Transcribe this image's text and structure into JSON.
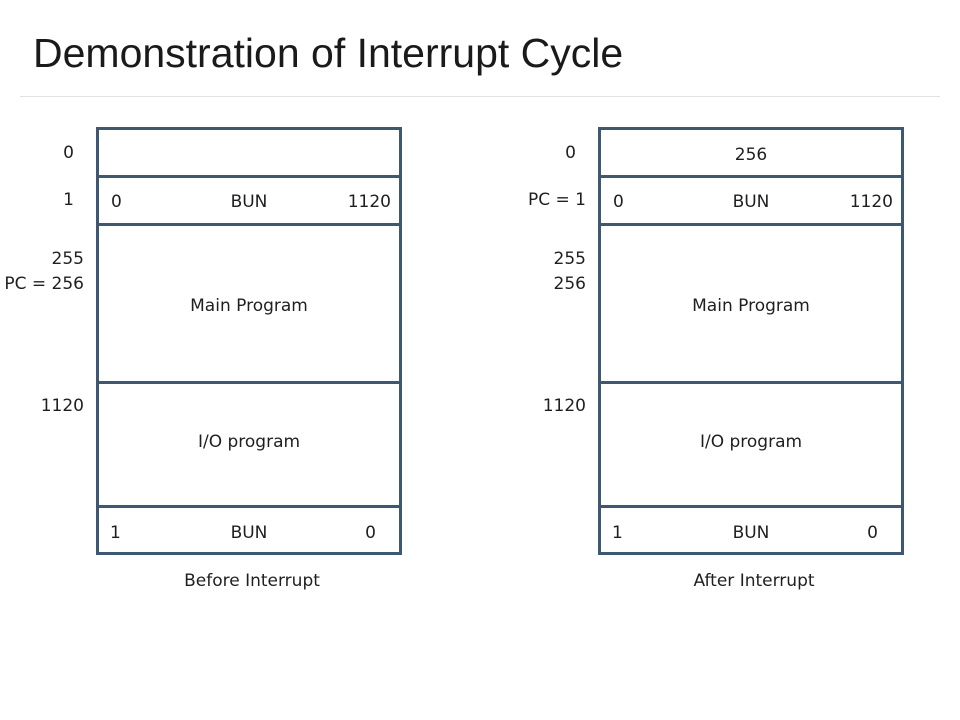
{
  "title": "Demonstration of Interrupt Cycle",
  "panels": [
    {
      "caption": "Before Interrupt",
      "addresses": {
        "a0": "0",
        "a1": "1",
        "a255": "255",
        "a256": "PC = 256",
        "a1120": "1120"
      },
      "cell0_value": "",
      "cell1": {
        "i": "0",
        "op": "BUN",
        "addr": "1120"
      },
      "main_label": "Main Program",
      "io_label": "I/O program",
      "last": {
        "i": "1",
        "op": "BUN",
        "addr": "0"
      }
    },
    {
      "caption": "After Interrupt",
      "addresses": {
        "a0": "0",
        "a1": "PC = 1",
        "a255": "255",
        "a256": "256",
        "a1120": "1120"
      },
      "cell0_value": "256",
      "cell1": {
        "i": "0",
        "op": "BUN",
        "addr": "1120"
      },
      "main_label": "Main Program",
      "io_label": "I/O program",
      "last": {
        "i": "1",
        "op": "BUN",
        "addr": "0"
      }
    }
  ]
}
